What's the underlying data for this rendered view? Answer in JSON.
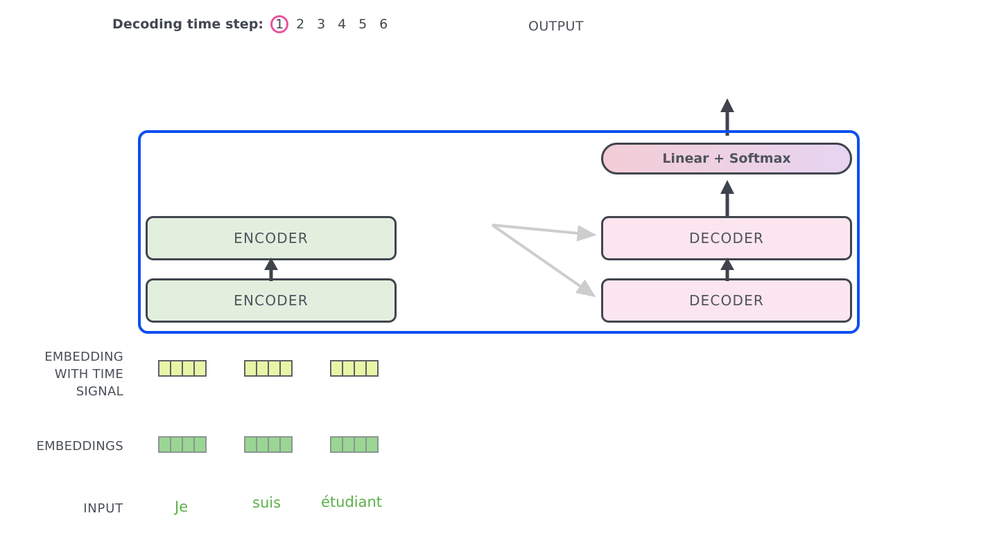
{
  "header": {
    "timestep_label": "Decoding time step:",
    "steps": [
      "1",
      "2",
      "3",
      "4",
      "5",
      "6"
    ],
    "active_step": "1",
    "output_label": "OUTPUT",
    "circle_color": "#e8549c"
  },
  "model": {
    "container_border_color": "#0c4ff0",
    "linear_softmax_label": "Linear + Softmax",
    "encoders": [
      {
        "label": "ENCODER"
      },
      {
        "label": "ENCODER"
      }
    ],
    "decoders": [
      {
        "label": "DECODER"
      },
      {
        "label": "DECODER"
      }
    ],
    "encoder_fill": "#e2efdf",
    "decoder_fill": "#fbe5ef",
    "block_border": "#41454d"
  },
  "rows": {
    "embedding_with_time_signal_label": "EMBEDDING\nWITH TIME\nSIGNAL",
    "embedding_with_time_signal_lines": [
      "EMBEDDING",
      "WITH TIME",
      "SIGNAL"
    ],
    "embeddings_label": "EMBEDDINGS",
    "input_label": "INPUT"
  },
  "vectors": {
    "cells_per_vector": 4,
    "time_signal_color": "#e9f5a6",
    "embedding_color": "#9ad693",
    "time_signal": [
      {
        "token": "Je",
        "cells": 4
      },
      {
        "token": "suis",
        "cells": 4
      },
      {
        "token": "étudiant",
        "cells": 4
      }
    ],
    "embeddings": [
      {
        "token": "Je",
        "cells": 4
      },
      {
        "token": "suis",
        "cells": 4
      },
      {
        "token": "étudiant",
        "cells": 4
      }
    ]
  },
  "input_words": [
    {
      "text": "Je"
    },
    {
      "text": "suis"
    },
    {
      "text": "étudiant"
    }
  ],
  "input_word_color": "#5bb04a"
}
